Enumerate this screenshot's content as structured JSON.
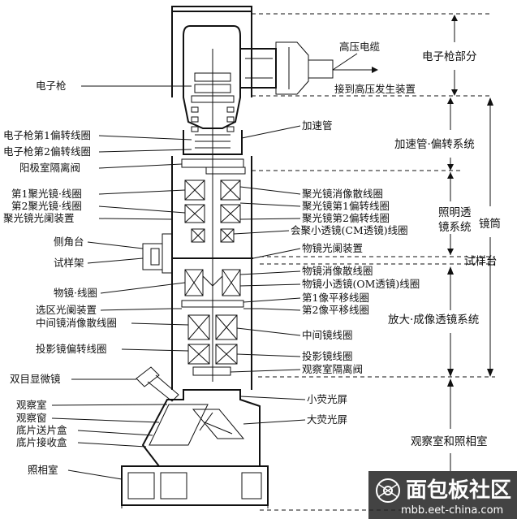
{
  "labels_left": [
    "电子枪",
    "电子枪第1偏转线圈",
    "电子枪第2偏转线圈",
    "阳极室隔离阀",
    "第1聚光镜·线圈",
    "第2聚光镜·线圈",
    "聚光镜光阑装置",
    "侧角台",
    "试样架",
    "物镜·线圈",
    "选区光阑装置",
    "中间镜消像散线圈",
    "投影镜偏转线圈",
    "双目显微镜",
    "观察室",
    "观察窗",
    "底片送片盒",
    "底片接收盒",
    "照相室"
  ],
  "labels_right": [
    "高压电缆",
    "接到高压发生装置",
    "加速管",
    "聚光镜消像散线圈",
    "聚光镜第1偏转线圈",
    "聚光镜第2偏转线圈",
    "会聚小透镜(CM透镜)线圈",
    "物镜光阑装置",
    "物镜消像散线圈",
    "物镜小透镜(OM透镜)线圈",
    "第1像平移线圈",
    "第2像平移线圈",
    "中间镜线圈",
    "投影镜线圈",
    "观察室隔离阀",
    "小荧光屏",
    "大荧光屏"
  ],
  "sections": {
    "gun": "电子枪部分",
    "accel": "加速管·偏转系统",
    "illum_line1": "照明透",
    "illum_line2": "镜系统",
    "tube": "镜筒",
    "stage": "试样台",
    "imaging": "放大·成像透镜系统",
    "chamber": "观察室和照相室"
  },
  "watermark": {
    "title": "面包板社区",
    "url": "mbb.eet-china.com"
  }
}
